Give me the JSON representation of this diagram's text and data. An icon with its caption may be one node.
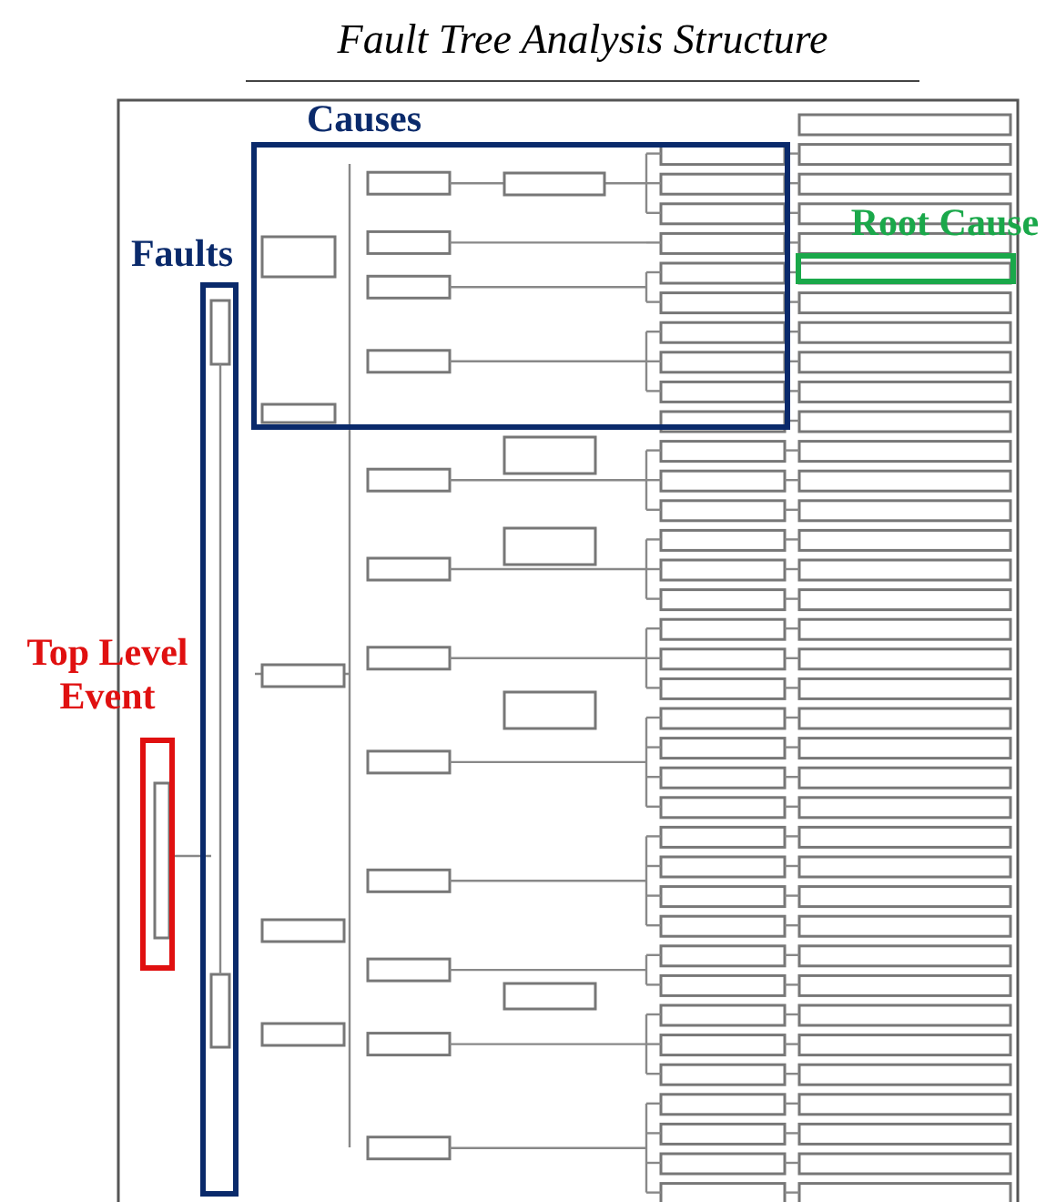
{
  "diagram": {
    "title": "Fault Tree Analysis Structure",
    "nodes": [
      {
        "text": [
          "Causes"
        ]
      },
      {
        "text": [
          "Faults"
        ]
      },
      {
        "text": [
          "Root Cause"
        ]
      },
      {
        "text": [
          "Top Level Event"
        ]
      }
    ]
  }
}
